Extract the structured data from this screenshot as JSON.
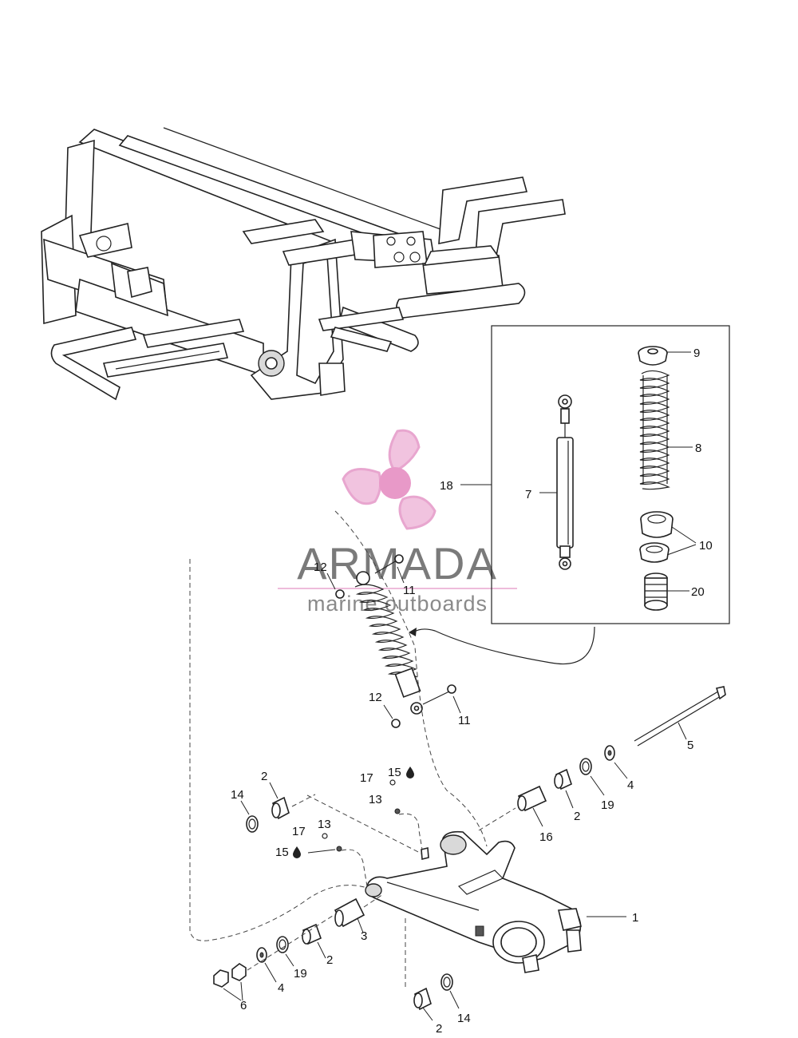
{
  "callouts": {
    "c1": "1",
    "c2a": "2",
    "c2b": "2",
    "c2c": "2",
    "c2d": "2",
    "c3": "3",
    "c4a": "4",
    "c4b": "4",
    "c5": "5",
    "c6": "6",
    "c7": "7",
    "c8": "8",
    "c9": "9",
    "c10": "10",
    "c11a": "11",
    "c11b": "11",
    "c12a": "12",
    "c12b": "12",
    "c13a": "13",
    "c13b": "13",
    "c14a": "14",
    "c14b": "14",
    "c15a": "15",
    "c15b": "15",
    "c16": "16",
    "c17a": "17",
    "c17b": "17",
    "c18": "18",
    "c19a": "19",
    "c19b": "19",
    "c20": "20"
  },
  "watermark": {
    "brand": "ARMADA",
    "tagline": "marine outboards",
    "logo_colors": {
      "pink": "#e8a6cf",
      "pink_light": "#f1c3df",
      "hub": "#e899c8"
    },
    "text_color": "#7a7a7a"
  },
  "icons": {
    "drop": "grease-drop-icon"
  }
}
